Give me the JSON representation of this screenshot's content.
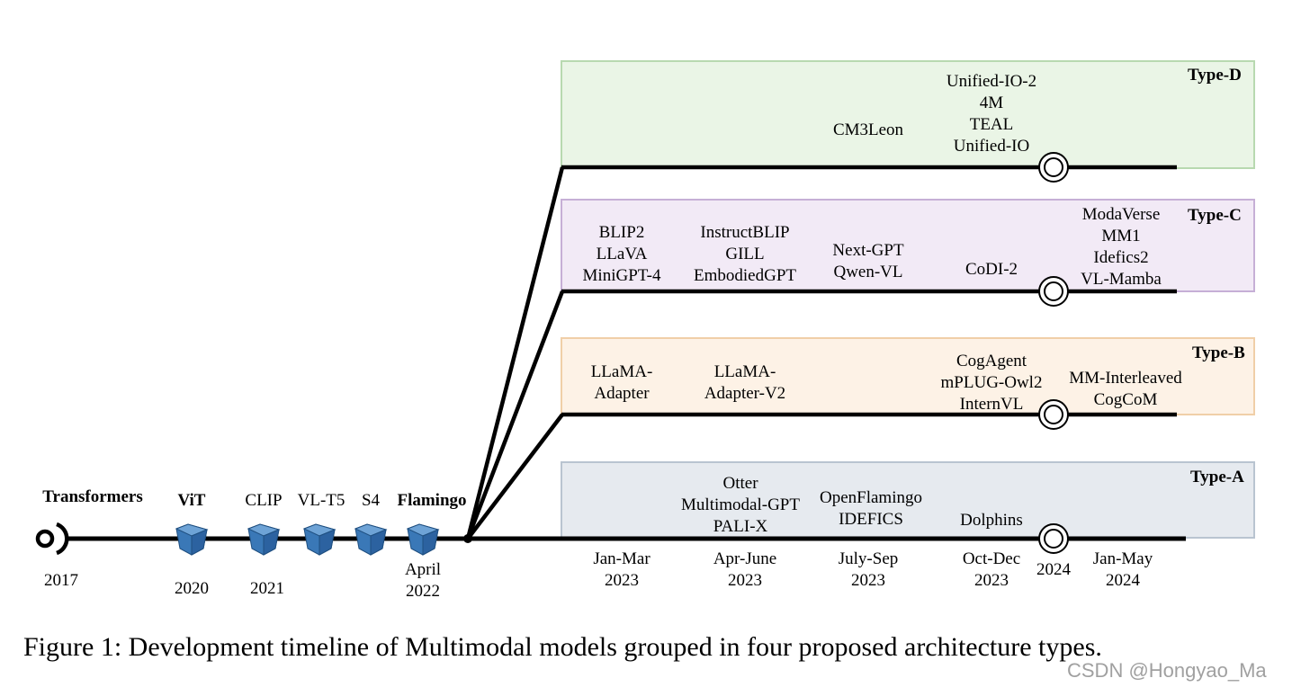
{
  "colors": {
    "type_d_fill": "#eaf5e6",
    "type_d_border": "#b8d9b0",
    "type_c_fill": "#f2eaf6",
    "type_c_border": "#c6afd6",
    "type_b_fill": "#fdf2e6",
    "type_b_border": "#f0cfa8",
    "type_a_fill": "#e6eaef",
    "type_a_border": "#b9c4d0",
    "gem": "#3a78b7"
  },
  "early_timeline": {
    "milestones": [
      {
        "name": "Transformers",
        "year": "2017",
        "bold": true
      },
      {
        "name": "ViT",
        "year": "2020",
        "bold": true
      },
      {
        "name": "CLIP",
        "year": "2021",
        "bold": false
      },
      {
        "name": "VL-T5",
        "year": "",
        "bold": false
      },
      {
        "name": "S4",
        "year": "",
        "bold": false
      },
      {
        "name": "Flamingo",
        "year": "April\n2022",
        "bold": true
      }
    ]
  },
  "lanes": {
    "type_d": {
      "label": "Type-D",
      "groups": [
        "CM3Leon",
        "Unified-IO-2\n4M\nTEAL\nUnified-IO"
      ]
    },
    "type_c": {
      "label": "Type-C",
      "groups": [
        "BLIP2\nLLaVA\nMiniGPT-4",
        "InstructBLIP\nGILL\nEmbodiedGPT",
        "Next-GPT\nQwen-VL",
        "CoDI-2",
        "ModaVerse\nMM1\nIdefics2\nVL-Mamba"
      ]
    },
    "type_b": {
      "label": "Type-B",
      "groups": [
        "LLaMA-\nAdapter",
        "LLaMA-\nAdapter-V2",
        "CogAgent\nmPLUG-Owl2\nInternVL",
        "MM-Interleaved\nCogCoM"
      ]
    },
    "type_a": {
      "label": "Type-A",
      "groups": [
        "Otter\nMultimodal-GPT\nPALI-X",
        "OpenFlamingo\nIDEFICS",
        "Dolphins"
      ]
    }
  },
  "periods": [
    "Jan-Mar\n2023",
    "Apr-June\n2023",
    "July-Sep\n2023",
    "Oct-Dec\n2023",
    "2024",
    "Jan-May\n2024"
  ],
  "caption": "Figure 1: Development timeline of Multimodal models grouped in four proposed architecture types.",
  "watermark": "CSDN @Hongyao_Ma"
}
